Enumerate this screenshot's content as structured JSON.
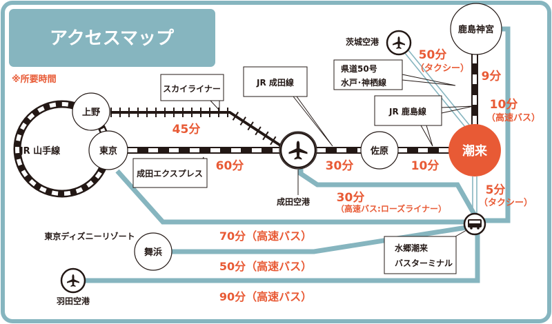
{
  "colors": {
    "accent": "#e85a35",
    "route": "#86b5bf",
    "track": "#231815"
  },
  "header": {
    "title": "アクセスマップ",
    "note": "※所要時間"
  },
  "stations": {
    "ueno": "上野",
    "tokyo": "東京",
    "yamanote": "JR 山手線",
    "narita_airport": "成田空港",
    "sawara": "佐原",
    "itako": "潮来",
    "kashima_jingu": "鹿島神宮",
    "ibaraki_airport": "茨城空港",
    "maihama": "舞浜",
    "disney": "東京ディズニーリゾート",
    "haneda_airport": "羽田空港"
  },
  "callouts": {
    "skyliner": "スカイライナー",
    "narita_line": "JR 成田線",
    "narita_express": "成田エクスプレス",
    "route50_l1": "県道50号",
    "route50_l2": "水戸･神栖線",
    "kashima_line": "JR 鹿島線",
    "bus_terminal_l1": "水郷潮来",
    "bus_terminal_l2": "バスターミナル"
  },
  "times": {
    "ueno_narita": "45分",
    "tokyo_narita": "60分",
    "narita_sawara": "30分",
    "sawara_itako": "10分",
    "ibaraki_itako": "50分",
    "ibaraki_itako_mode": "（タクシー）",
    "kashima_itako": "9分",
    "kashima_bus": "10分",
    "kashima_bus_mode": "（高速バス）",
    "itako_terminal": "5分",
    "itako_terminal_mode": "（タクシー）",
    "narita_terminal": "30分",
    "narita_terminal_mode": "（高速バス:ローズライナー）",
    "tokyo_terminal": "70分（高速バス）",
    "maihama_terminal": "50分（高速バス）",
    "haneda_terminal": "90分（高速バス）"
  }
}
